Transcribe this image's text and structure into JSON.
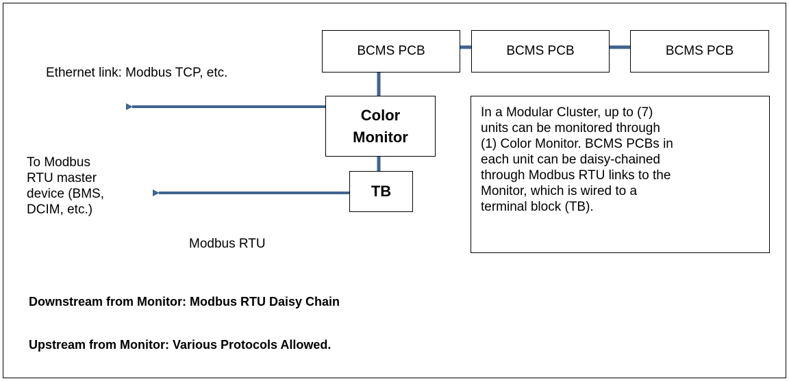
{
  "pcb_boxes": [
    "BCMS PCB",
    "BCMS PCB",
    "BCMS PCB"
  ],
  "monitor": {
    "line1": "Color",
    "line2": "Monitor"
  },
  "terminal_block": "TB",
  "ethernet_label": "Ethernet link: Modbus TCP, etc.",
  "rtu_target_lines": [
    "To Modbus",
    "RTU master",
    "device (BMS,",
    "DCIM, etc.)"
  ],
  "rtu_label": "Modbus RTU",
  "note_lines": [
    "In a Modular Cluster, up to (7)",
    "units can be monitored through",
    "(1) Color Monitor. BCMS PCBs in",
    "each unit can be daisy-chained",
    "through Modbus RTU links to the",
    "Monitor, which is wired to a",
    "terminal block (TB)."
  ],
  "downstream_caption": "Downstream from Monitor: Modbus RTU Daisy Chain",
  "upstream_caption": "Upstream from Monitor: Various Protocols Allowed.",
  "colors": {
    "link": "#41648F",
    "border": "#000000"
  }
}
